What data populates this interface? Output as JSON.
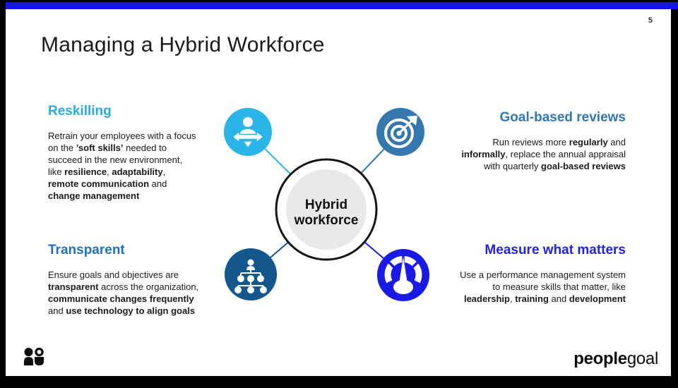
{
  "page_number": "5",
  "title": "Managing a Hybrid Workforce",
  "center": {
    "line1": "Hybrid",
    "line2": "workforce"
  },
  "sections": [
    {
      "id": "reskilling",
      "heading": "Reskilling",
      "icon": "person-arrows-icon",
      "body": [
        {
          "t": "Retrain your employees with a focus on the "
        },
        {
          "t": "’soft skills’",
          "b": true
        },
        {
          "t": " needed to succeed in the new environment, like "
        },
        {
          "t": "resilience",
          "b": true
        },
        {
          "t": ", "
        },
        {
          "t": "adaptability",
          "b": true
        },
        {
          "t": ", "
        },
        {
          "t": "remote communication",
          "b": true
        },
        {
          "t": " and "
        },
        {
          "t": "change management",
          "b": true
        }
      ]
    },
    {
      "id": "goal-based-reviews",
      "heading": "Goal-based reviews",
      "icon": "target-icon",
      "body": [
        {
          "t": "Run reviews more "
        },
        {
          "t": "regularly",
          "b": true
        },
        {
          "t": " and "
        },
        {
          "t": "informally",
          "b": true
        },
        {
          "t": ", replace the annual appraisal with quarterly "
        },
        {
          "t": "goal-based reviews",
          "b": true
        }
      ]
    },
    {
      "id": "transparent",
      "heading": "Transparent",
      "icon": "org-chart-icon",
      "body": [
        {
          "t": "Ensure goals and objectives are "
        },
        {
          "t": "transparent",
          "b": true
        },
        {
          "t": " across the organization, "
        },
        {
          "t": "communicate changes frequently",
          "b": true
        },
        {
          "t": " and "
        },
        {
          "t": "use technology to align goals",
          "b": true
        }
      ]
    },
    {
      "id": "measure-what-matters",
      "heading": "Measure what matters",
      "icon": "gauge-icon",
      "body": [
        {
          "t": "Use a performance management system to measure skills that matter, like "
        },
        {
          "t": "leadership",
          "b": true
        },
        {
          "t": ", "
        },
        {
          "t": "training",
          "b": true
        },
        {
          "t": " and "
        },
        {
          "t": "development",
          "b": true
        }
      ]
    }
  ],
  "footer": {
    "brand_bold": "people",
    "brand_light": "goal"
  },
  "colors": {
    "top-bar": "#1414E8",
    "reskilling": "#29ABE2",
    "transparent": "#1B74BC",
    "goal-based": "#2E77B8",
    "measure": "#2121E8",
    "bubble-tl": "#29B5E8",
    "bubble-tr": "#3478AF",
    "bubble-bl": "#14578C",
    "bubble-br": "#1A1AE6",
    "center-fill": "#E9E9E9"
  }
}
